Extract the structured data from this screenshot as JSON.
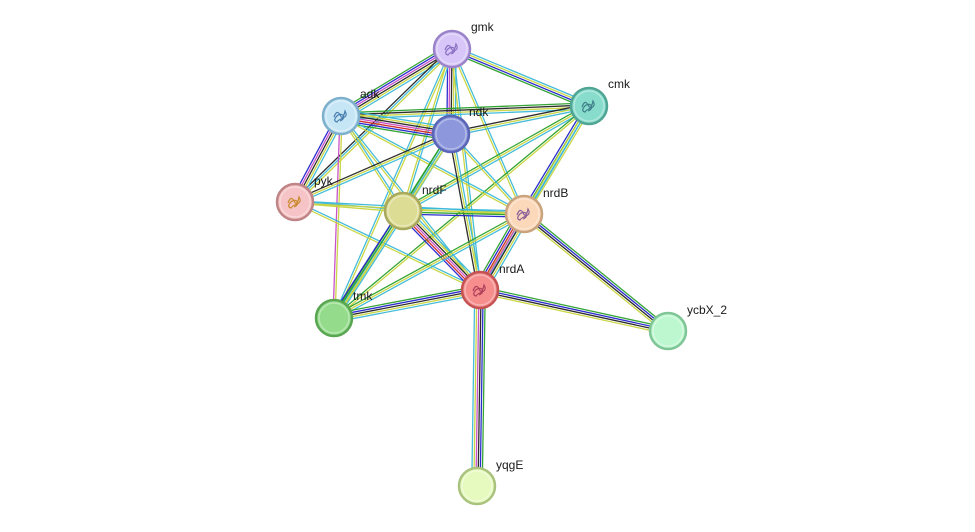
{
  "network": {
    "nodes": [
      {
        "id": "gmk",
        "label": "gmk",
        "fill": "#d7c6f7",
        "stroke": "#9a83c9",
        "structure": true,
        "glyph": "#8a6fc2"
      },
      {
        "id": "cmk",
        "label": "cmk",
        "fill": "#88dccb",
        "stroke": "#4fa493",
        "structure": true,
        "glyph": "#3f7f8a"
      },
      {
        "id": "adk",
        "label": "adk",
        "fill": "#c6e6f6",
        "stroke": "#7eb0cc",
        "structure": true,
        "glyph": "#4a7fae"
      },
      {
        "id": "ndk",
        "label": "ndk",
        "fill": "#8c97dc",
        "stroke": "#5a66b5",
        "structure": false,
        "glyph": ""
      },
      {
        "id": "pyk",
        "label": "pyk",
        "fill": "#f6c4c6",
        "stroke": "#bf8486",
        "structure": true,
        "glyph": "#c98a2e"
      },
      {
        "id": "nrdF",
        "label": "nrdF",
        "fill": "#dcdc94",
        "stroke": "#a8a85e",
        "structure": false,
        "glyph": ""
      },
      {
        "id": "nrdB",
        "label": "nrdB",
        "fill": "#fad8b9",
        "stroke": "#c9a27e",
        "structure": true,
        "glyph": "#8a5f9a"
      },
      {
        "id": "nrdA",
        "label": "nrdA",
        "fill": "#f68e8e",
        "stroke": "#c45252",
        "structure": true,
        "glyph": "#b0405a"
      },
      {
        "id": "tmk",
        "label": "tmk",
        "fill": "#94dc8c",
        "stroke": "#5aa552",
        "structure": false,
        "glyph": ""
      },
      {
        "id": "ycbX_2",
        "label": "ycbX_2",
        "fill": "#bdf7cf",
        "stroke": "#7fc596",
        "structure": false,
        "glyph": ""
      },
      {
        "id": "yqgE",
        "label": "yqgE",
        "fill": "#e6fac0",
        "stroke": "#a9c27d",
        "structure": false,
        "glyph": ""
      }
    ],
    "evidence_colors": {
      "neighborhood": "#2aa02a",
      "fusion": "#cc2222",
      "cooccurrence": "#2222cc",
      "coexpression": "#222222",
      "experiments": "#c64ac6",
      "databases": "#3cb8d8",
      "textmining": "#c8d43c",
      "homology": "#9b9bdc"
    },
    "edges": [
      {
        "source": "gmk",
        "target": "cmk",
        "channels": [
          "databases",
          "textmining",
          "cooccurrence",
          "neighborhood"
        ]
      },
      {
        "source": "gmk",
        "target": "adk",
        "channels": [
          "databases",
          "textmining",
          "coexpression",
          "experiments",
          "cooccurrence",
          "neighborhood"
        ]
      },
      {
        "source": "gmk",
        "target": "ndk",
        "channels": [
          "databases",
          "textmining",
          "coexpression",
          "experiments",
          "cooccurrence"
        ]
      },
      {
        "source": "gmk",
        "target": "pyk",
        "channels": [
          "textmining",
          "databases",
          "coexpression"
        ]
      },
      {
        "source": "gmk",
        "target": "nrdF",
        "channels": [
          "databases",
          "textmining"
        ]
      },
      {
        "source": "gmk",
        "target": "nrdB",
        "channels": [
          "databases",
          "textmining"
        ]
      },
      {
        "source": "gmk",
        "target": "nrdA",
        "channels": [
          "databases",
          "textmining"
        ]
      },
      {
        "source": "gmk",
        "target": "tmk",
        "channels": [
          "textmining",
          "databases"
        ]
      },
      {
        "source": "cmk",
        "target": "adk",
        "channels": [
          "databases",
          "textmining",
          "coexpression",
          "neighborhood"
        ]
      },
      {
        "source": "cmk",
        "target": "ndk",
        "channels": [
          "databases",
          "textmining",
          "coexpression"
        ]
      },
      {
        "source": "cmk",
        "target": "nrdF",
        "channels": [
          "databases",
          "textmining",
          "neighborhood"
        ]
      },
      {
        "source": "cmk",
        "target": "nrdB",
        "channels": [
          "textmining",
          "databases",
          "neighborhood",
          "cooccurrence"
        ]
      },
      {
        "source": "cmk",
        "target": "nrdA",
        "channels": [
          "databases",
          "textmining"
        ]
      },
      {
        "source": "cmk",
        "target": "tmk",
        "channels": [
          "textmining",
          "neighborhood"
        ]
      },
      {
        "source": "adk",
        "target": "ndk",
        "channels": [
          "databases",
          "textmining",
          "coexpression",
          "experiments",
          "fusion",
          "cooccurrence",
          "neighborhood"
        ]
      },
      {
        "source": "adk",
        "target": "pyk",
        "channels": [
          "databases",
          "textmining",
          "coexpression",
          "experiments",
          "cooccurrence"
        ]
      },
      {
        "source": "adk",
        "target": "nrdF",
        "channels": [
          "databases",
          "textmining"
        ]
      },
      {
        "source": "adk",
        "target": "nrdB",
        "channels": [
          "databases",
          "textmining"
        ]
      },
      {
        "source": "adk",
        "target": "nrdA",
        "channels": [
          "databases",
          "textmining"
        ]
      },
      {
        "source": "adk",
        "target": "tmk",
        "channels": [
          "textmining",
          "experiments"
        ]
      },
      {
        "source": "ndk",
        "target": "pyk",
        "channels": [
          "databases",
          "textmining",
          "coexpression"
        ]
      },
      {
        "source": "ndk",
        "target": "nrdF",
        "channels": [
          "databases",
          "textmining",
          "neighborhood"
        ]
      },
      {
        "source": "ndk",
        "target": "nrdB",
        "channels": [
          "databases",
          "textmining"
        ]
      },
      {
        "source": "ndk",
        "target": "nrdA",
        "channels": [
          "databases",
          "textmining",
          "coexpression"
        ]
      },
      {
        "source": "ndk",
        "target": "tmk",
        "channels": [
          "textmining",
          "databases",
          "neighborhood"
        ]
      },
      {
        "source": "pyk",
        "target": "nrdF",
        "channels": [
          "databases",
          "textmining"
        ]
      },
      {
        "source": "pyk",
        "target": "nrdB",
        "channels": [
          "databases",
          "textmining"
        ]
      },
      {
        "source": "pyk",
        "target": "nrdA",
        "channels": [
          "databases",
          "textmining"
        ]
      },
      {
        "source": "nrdF",
        "target": "nrdB",
        "channels": [
          "databases",
          "textmining",
          "neighborhood",
          "cooccurrence"
        ]
      },
      {
        "source": "nrdF",
        "target": "nrdA",
        "channels": [
          "databases",
          "textmining",
          "coexpression",
          "experiments",
          "fusion",
          "cooccurrence"
        ]
      },
      {
        "source": "nrdF",
        "target": "tmk",
        "channels": [
          "databases",
          "textmining",
          "neighborhood",
          "cooccurrence"
        ]
      },
      {
        "source": "nrdB",
        "target": "nrdA",
        "channels": [
          "databases",
          "textmining",
          "coexpression",
          "experiments",
          "fusion",
          "cooccurrence",
          "neighborhood"
        ]
      },
      {
        "source": "nrdB",
        "target": "tmk",
        "channels": [
          "databases",
          "textmining",
          "neighborhood"
        ]
      },
      {
        "source": "nrdB",
        "target": "ycbX_2",
        "channels": [
          "neighborhood",
          "cooccurrence",
          "coexpression",
          "textmining"
        ]
      },
      {
        "source": "nrdA",
        "target": "tmk",
        "channels": [
          "databases",
          "textmining",
          "coexpression",
          "cooccurrence",
          "neighborhood"
        ]
      },
      {
        "source": "nrdA",
        "target": "ycbX_2",
        "channels": [
          "neighborhood",
          "cooccurrence",
          "coexpression",
          "textmining"
        ]
      },
      {
        "source": "nrdA",
        "target": "yqgE",
        "channels": [
          "neighborhood",
          "cooccurrence",
          "coexpression",
          "experiments",
          "textmining",
          "databases"
        ]
      }
    ]
  }
}
